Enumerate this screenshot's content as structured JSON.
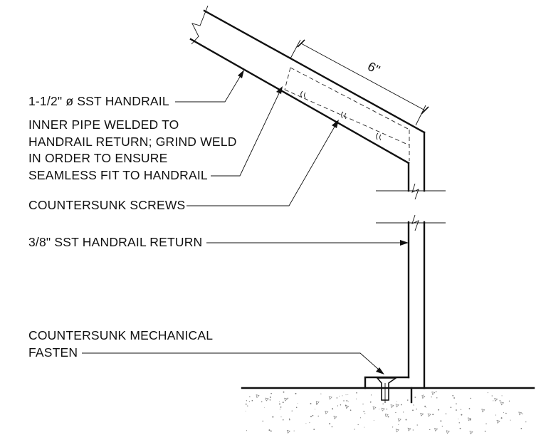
{
  "dimension": {
    "text": "6\""
  },
  "labels": {
    "handrail": "1-1/2\" ø SST HANDRAIL",
    "inner_pipe": [
      "INNER PIPE WELDED TO",
      "HANDRAIL RETURN; GRIND WELD",
      "IN ORDER TO ENSURE",
      "SEAMLESS FIT TO HANDRAIL"
    ],
    "screws": "COUNTERSUNK SCREWS",
    "return": "3/8\" SST HANDRAIL RETURN",
    "fasten": [
      "COUNTERSUNK MECHANICAL",
      "FASTEN"
    ]
  }
}
